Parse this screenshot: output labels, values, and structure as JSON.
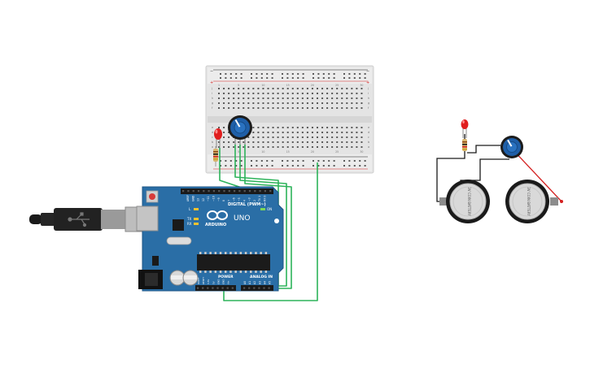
{
  "arduino": {
    "brand": "ARDUINO",
    "model": "UNO",
    "label_digital": "DIGITAL (PWM~)",
    "label_power": "POWER",
    "label_analog": "ANALOG IN",
    "label_on": "ON",
    "label_l": "L",
    "label_tx": "TX",
    "label_rx": "RX",
    "top_pins": [
      "AREF",
      "GND",
      "13",
      "12",
      "~11",
      "~10",
      "~9",
      "8",
      "7",
      "~6",
      "~5",
      "4",
      "~3",
      "2",
      "TX 1",
      "RX 0"
    ],
    "power_pins": [
      "IOREF",
      "RESET",
      "3.3V",
      "5V",
      "GND",
      "GND",
      "Vin"
    ],
    "analog_pins": [
      "A0",
      "A1",
      "A2",
      "A3",
      "A4",
      "A5"
    ]
  },
  "breadboard": {
    "column_labels": [
      "1",
      "5",
      "10",
      "15",
      "20",
      "25",
      "30"
    ],
    "row_labels_top": [
      "j",
      "i",
      "h",
      "g",
      "f"
    ],
    "row_labels_bottom": [
      "e",
      "d",
      "c",
      "b",
      "a"
    ]
  },
  "schematic": {
    "battery_1_label": "3V COIN BATTERY",
    "battery_2_label": "3V COIN BATTERY"
  },
  "colors": {
    "board": "#2a6ea6",
    "wire": "#2db35a",
    "led": "#d81e1e",
    "pot": "#1f5fa8",
    "breadboard": "#e6e6e6"
  }
}
